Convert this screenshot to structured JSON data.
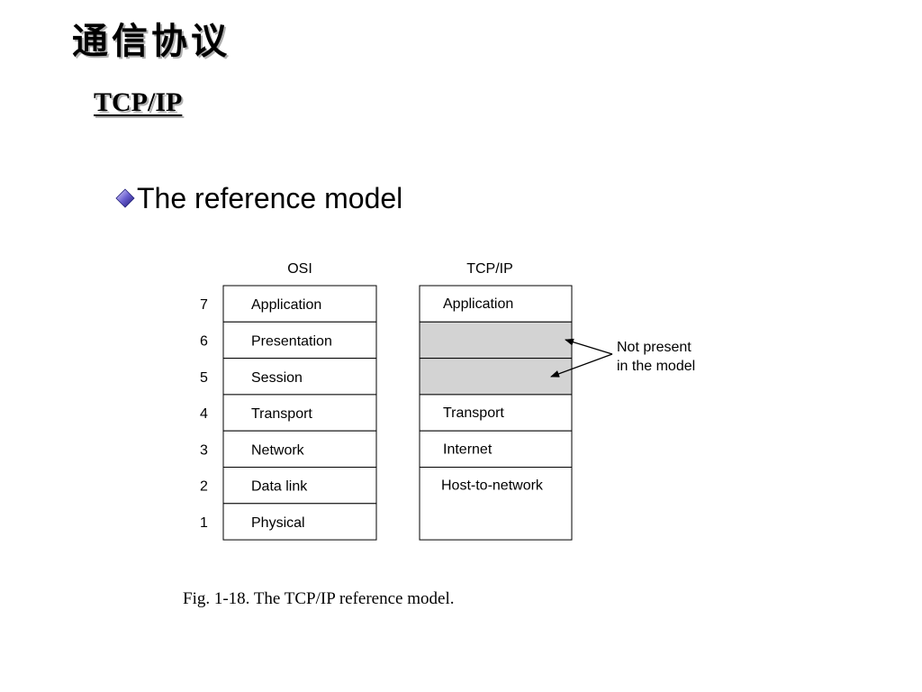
{
  "slide": {
    "title": "通信协议",
    "subtitle": "TCP/IP",
    "bullet": {
      "icon": "diamond-bullet-icon",
      "text": "The reference model"
    },
    "caption": "Fig. 1-18. The TCP/IP reference model."
  },
  "diagram": {
    "osi_heading": "OSI",
    "tcpip_heading": "TCP/IP",
    "layer_numbers": [
      "7",
      "6",
      "5",
      "4",
      "3",
      "2",
      "1"
    ],
    "osi_layers": [
      "Application",
      "Presentation",
      "Session",
      "Transport",
      "Network",
      "Data link",
      "Physical"
    ],
    "tcpip_layers": [
      "Application",
      "",
      "",
      "Transport",
      "Internet",
      "Host-to-network",
      ""
    ],
    "tcpip_absent_layers": [
      false,
      true,
      true,
      false,
      false,
      false,
      false
    ],
    "annotation_lines": [
      "Not present",
      "in the model"
    ],
    "colors": {
      "absent_fill": "#d3d3d3",
      "line": "#000000"
    }
  }
}
